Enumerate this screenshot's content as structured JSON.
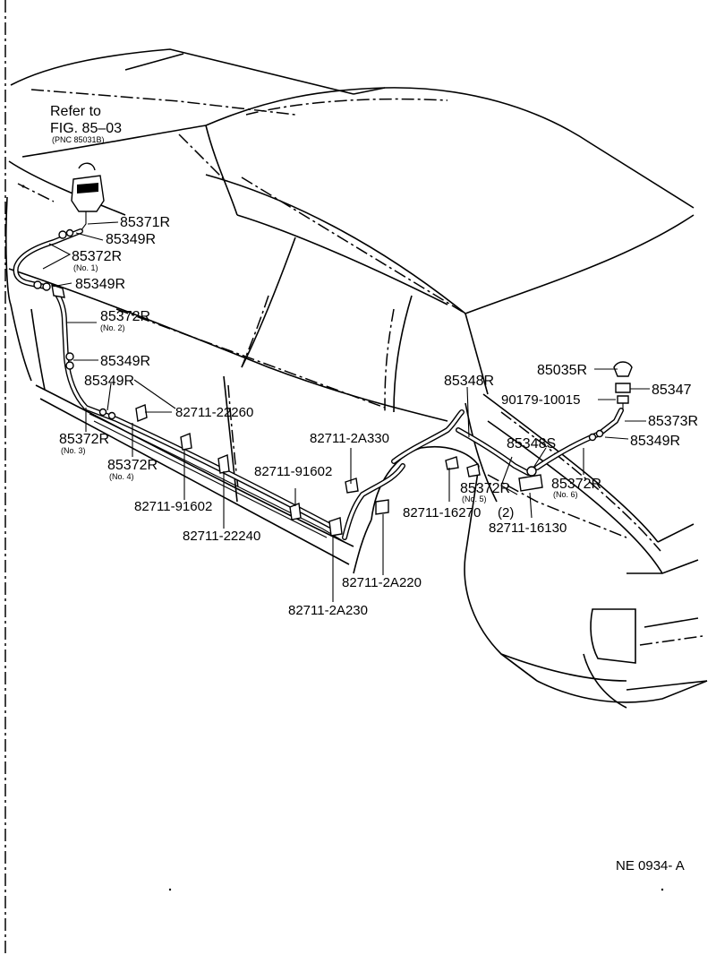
{
  "diagram": {
    "reference": {
      "line1": "Refer to",
      "line2": "FIG. 85–03",
      "line3": "(PNC 85031B)"
    },
    "labels": {
      "p85371R": "85371R",
      "p85349R_a": "85349R",
      "p85372R_no1": "85372R",
      "no1": "(No. 1)",
      "p85349R_b": "85349R",
      "p85372R_no2": "85372R",
      "no2": "(No. 2)",
      "p85349R_c": "85349R",
      "p85349R_d": "85349R",
      "p85372R_no3": "85372R",
      "no3": "(No. 3)",
      "p85372R_no4": "85372R",
      "no4": "(No. 4)",
      "p82711_22260": "82711-22260",
      "p82711_91602_a": "82711-91602",
      "p82711_22240": "82711-22240",
      "p82711_91602_b": "82711-91602",
      "p82711_2A330": "82711-2A330",
      "p82711_2A220": "82711-2A220",
      "p82711_2A230": "82711-2A230",
      "p85348R": "85348R",
      "p85372R_no5": "85372R",
      "no5": "(No. 5)",
      "p82711_16270": "82711-16270",
      "qty2": "(2)",
      "p82711_16130": "82711-16130",
      "p85348S": "85348S",
      "p85035R": "85035R",
      "p90179_10015": "90179-10015",
      "p85347": "85347",
      "p85373R": "85373R",
      "p85349R_e": "85349R",
      "p85372R_no6": "85372R",
      "no6": "(No. 6)"
    },
    "figure_code": "NE 0934- A"
  }
}
